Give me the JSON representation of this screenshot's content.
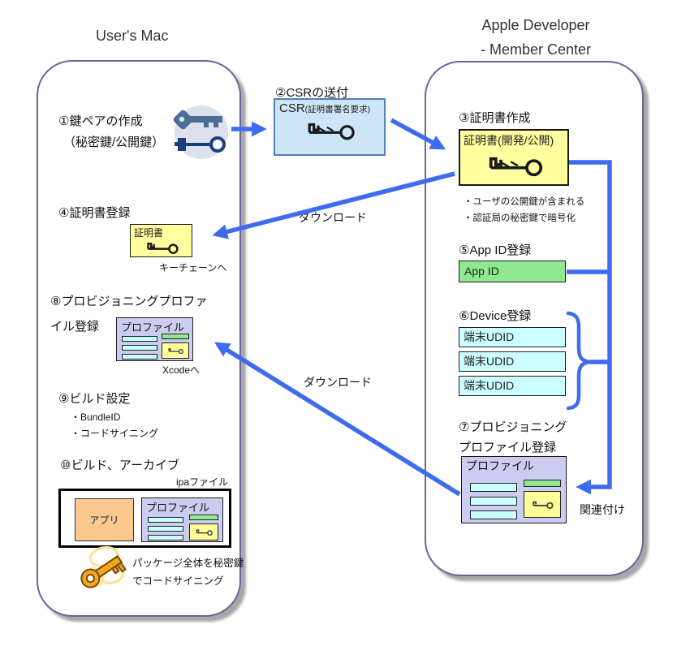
{
  "titles": {
    "left": "User's Mac",
    "right_line1": "Apple Developer",
    "right_line2": "- Member Center"
  },
  "steps": {
    "s1": {
      "line1": "①鍵ペアの作成",
      "line2": "（秘密鍵/公開鍵）"
    },
    "s2": {
      "label": "②CSRの送付",
      "box_title": "CSR",
      "box_subtitle": "(証明書署名要求)"
    },
    "s3": {
      "label": "③証明書作成",
      "box_title": "証明書(開発/公開)",
      "note1": "・ユーザの公開鍵が含まれる",
      "note2": "・認証局の秘密鍵で暗号化"
    },
    "s4": {
      "label": "④証明書登録",
      "box_title": "証明書",
      "caption": "キーチェーンへ"
    },
    "s5": {
      "label": "⑤App ID登録",
      "box_title": "App ID"
    },
    "s6": {
      "label": "⑥Device登録",
      "devices": [
        "端末UDID",
        "端末UDID",
        "端末UDID"
      ]
    },
    "s7": {
      "line1": "⑦プロビジョニング",
      "line2": "プロファイル登録",
      "box_title": "プロファイル"
    },
    "s8": {
      "line1": "⑧プロビジョニングプロファ",
      "line2": "イル登録",
      "box_title": "プロファイル",
      "caption": "Xcodeへ"
    },
    "s9": {
      "label": "⑨ビルド設定",
      "bullet1": "・BundleID",
      "bullet2": "・コードサイニング"
    },
    "s10": {
      "label": "⑩ビルド、アーカイブ",
      "caption": "ipaファイル",
      "app_label": "アプリ",
      "box_title": "プロファイル",
      "note1": "パッケージ全体を秘密鍵",
      "note2": "でコードサイニング"
    }
  },
  "arrows": {
    "download1": "ダウンロード",
    "download2": "ダウンロード",
    "associate": "関連付け"
  },
  "icons": {
    "key_pair": "key-pair-icon",
    "csr_key": "key-icon",
    "cert_key": "key-icon",
    "gold_key": "gold-key-icon"
  },
  "colors": {
    "arrow_blue": "#3e6bf0",
    "panel_border": "#66669b",
    "csr_fill": "#cde6f7",
    "csr_border": "#4f81bd",
    "certificate_yellow": "#ffffa0",
    "appid_green": "#90e890",
    "udid_cyan": "#ccffff",
    "profile_lavender": "#ccccf0",
    "app_peach": "#fbc890"
  }
}
